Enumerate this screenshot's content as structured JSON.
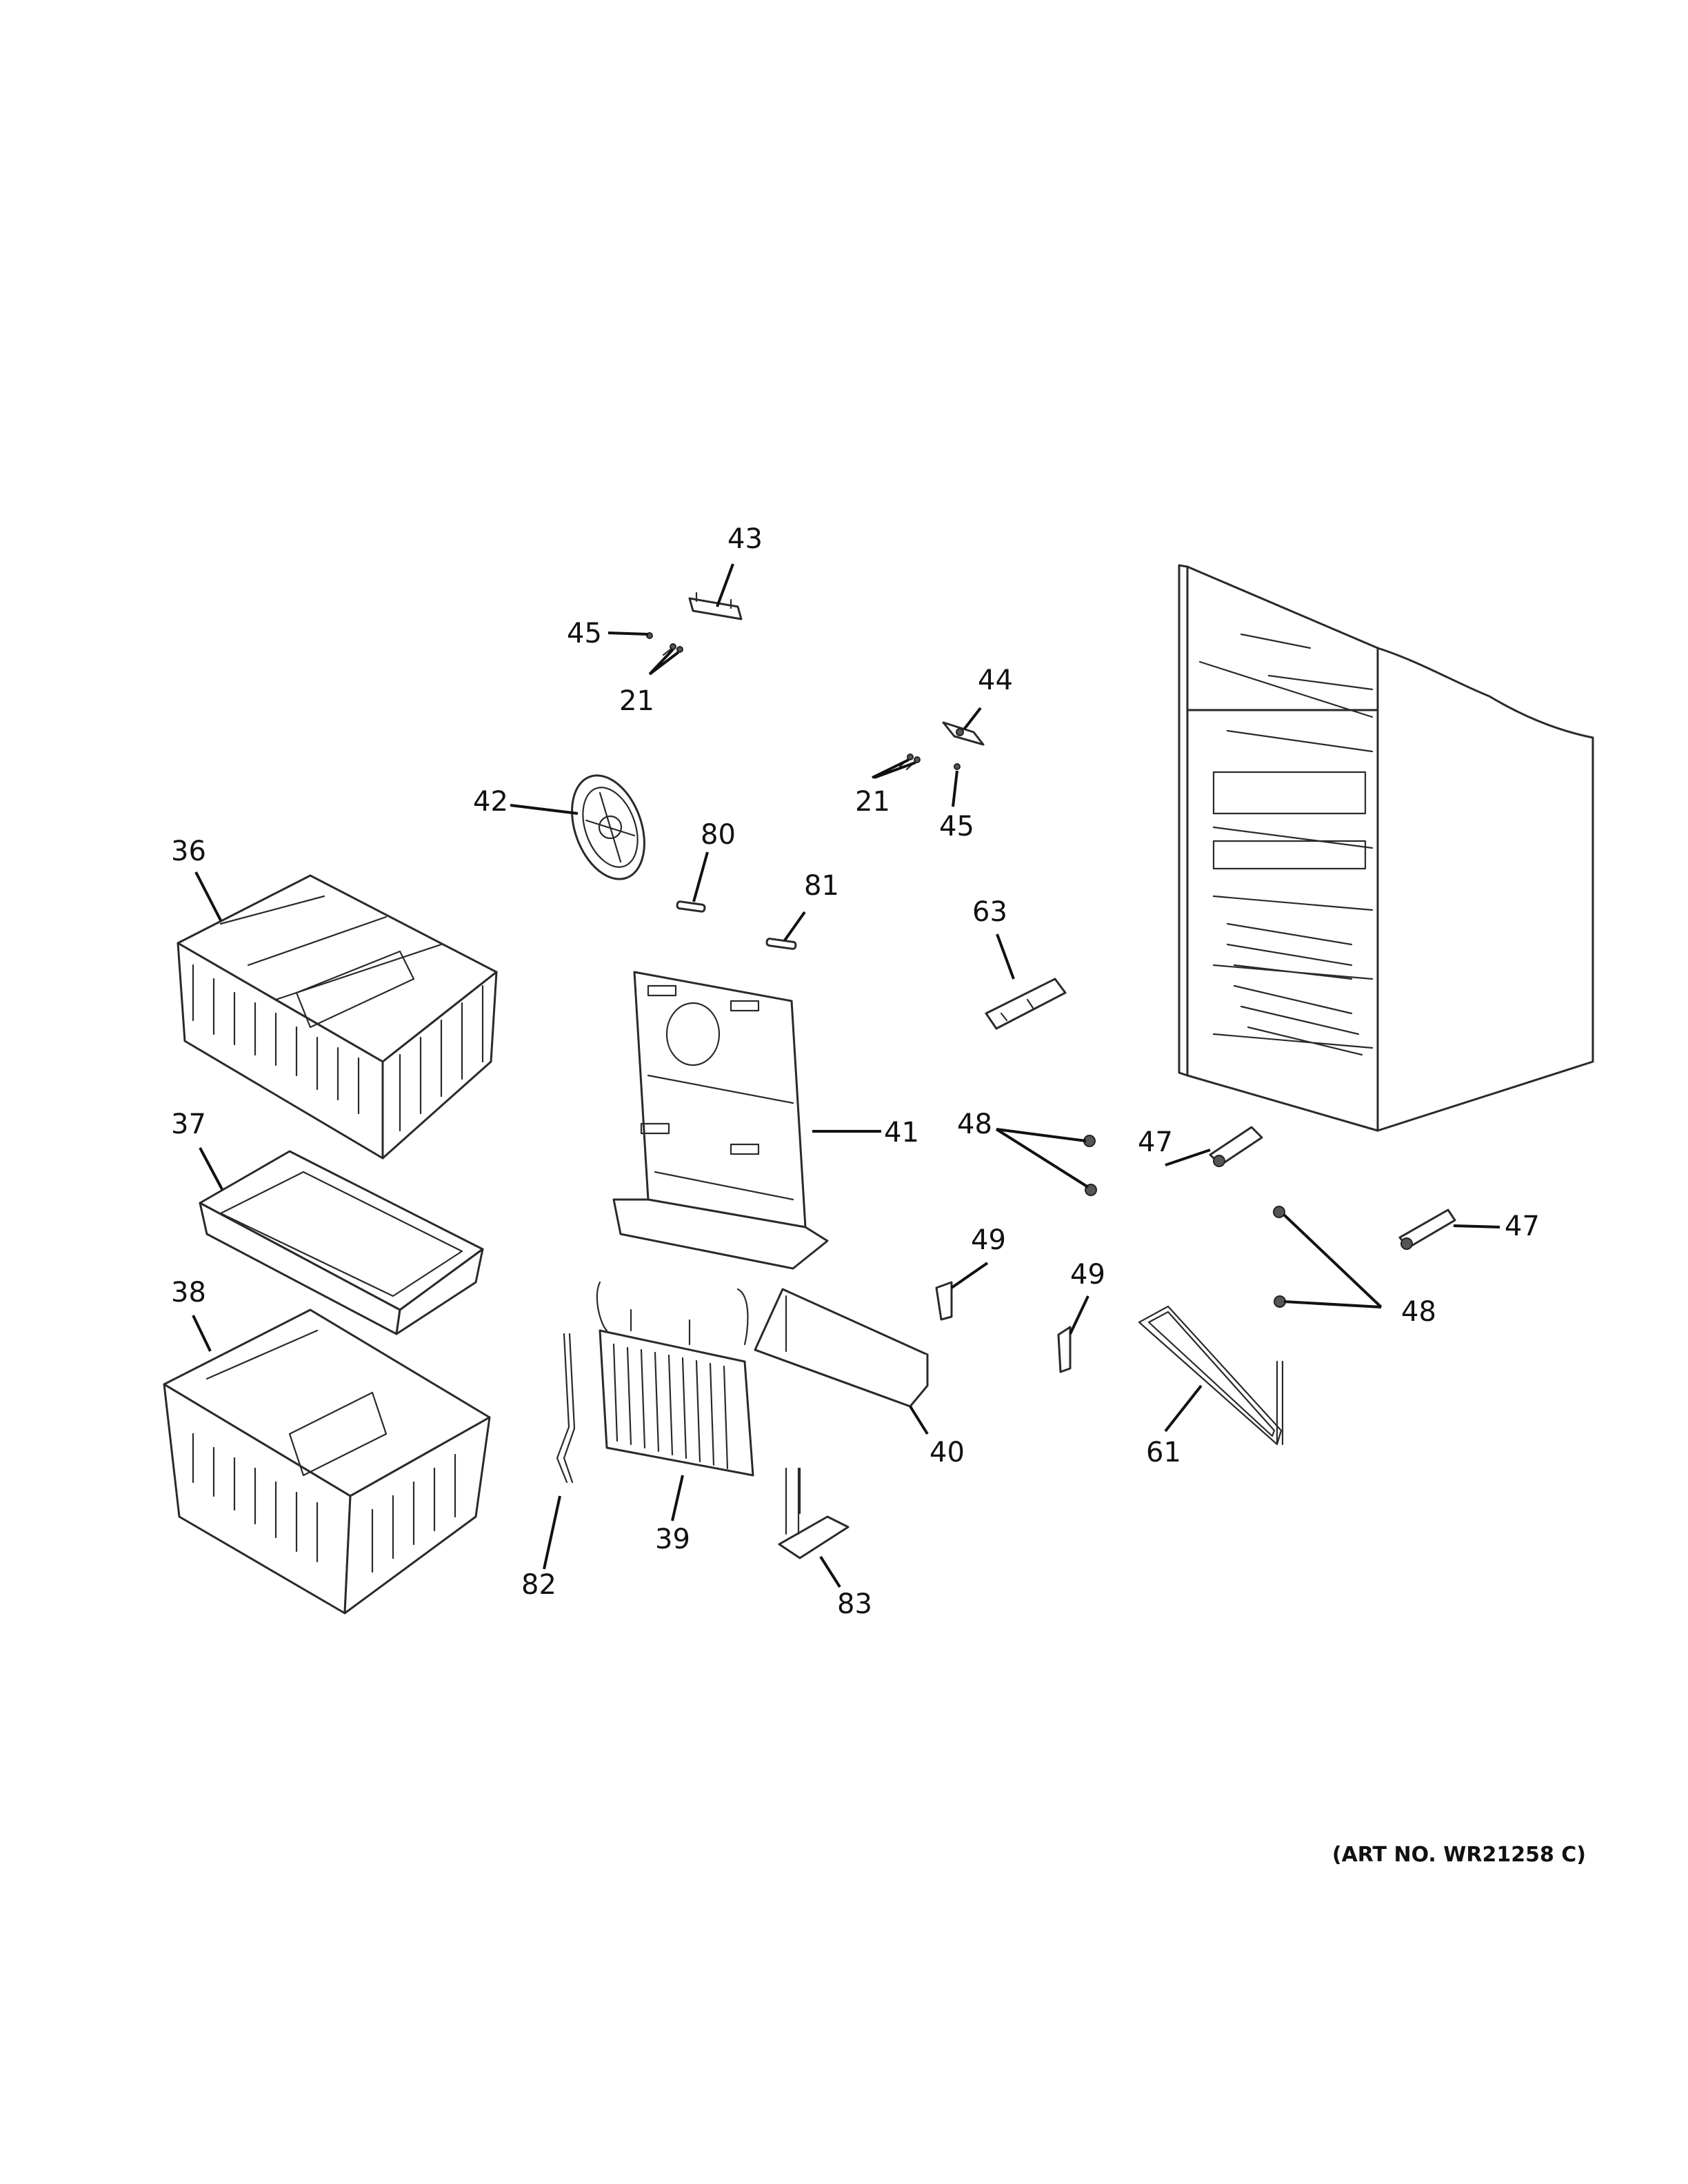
{
  "diagram": {
    "callouts": [
      "43",
      "45",
      "21",
      "44",
      "21",
      "45",
      "42",
      "80",
      "81",
      "36",
      "63",
      "41",
      "47",
      "48",
      "37",
      "47",
      "49",
      "49",
      "48",
      "38",
      "40",
      "61",
      "39",
      "82",
      "83"
    ],
    "art_number": "(ART NO. WR21258 C)"
  }
}
